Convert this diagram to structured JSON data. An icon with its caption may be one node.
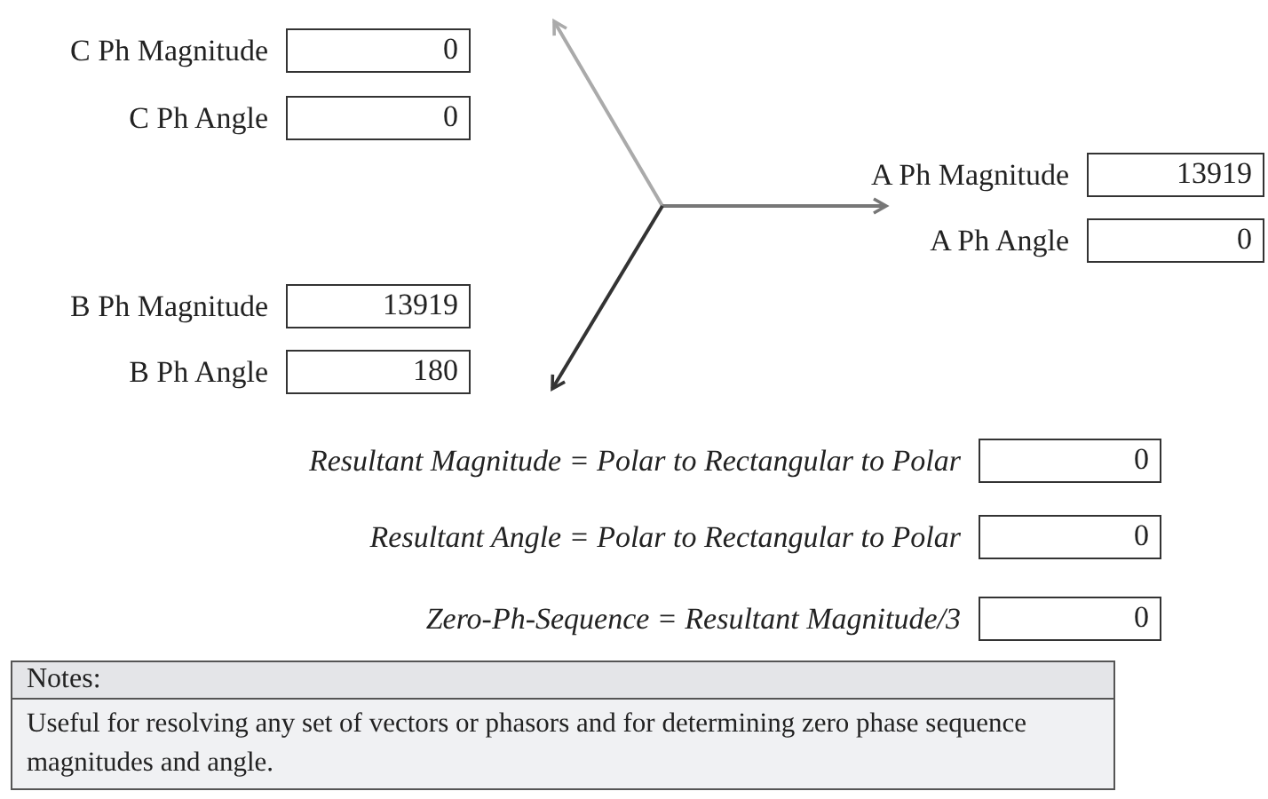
{
  "diagram": {
    "nodes": [
      {
        "text": [
          "0"
        ],
        "beside": [
          "C Ph Magnitude"
        ]
      },
      {
        "text": [
          "0"
        ],
        "beside": [
          "C Ph Angle"
        ]
      },
      {
        "text": [
          "13919"
        ],
        "beside": [
          "A Ph Magnitude"
        ]
      },
      {
        "text": [
          "0"
        ],
        "beside": [
          "A Ph Angle"
        ]
      },
      {
        "text": [
          "13919"
        ],
        "beside": [
          "B Ph Magnitude"
        ]
      },
      {
        "text": [
          "180"
        ],
        "beside": [
          "B Ph Angle"
        ]
      },
      {
        "text": [
          "0"
        ],
        "beside": [
          "Resultant Magnitude = Polar to Rectangular to Polar"
        ]
      },
      {
        "text": [
          "0"
        ],
        "beside": [
          "Resultant Angle = Polar to Rectangular to Polar"
        ]
      },
      {
        "text": [
          "0"
        ],
        "beside": [
          "Zero-Ph-Sequence = Resultant Magnitude/3"
        ]
      },
      {
        "text": [
          "Notes:",
          "Useful for resolving any set of vectors or phasors and for determining zero phase sequence magnitudes and angle."
        ]
      }
    ]
  }
}
